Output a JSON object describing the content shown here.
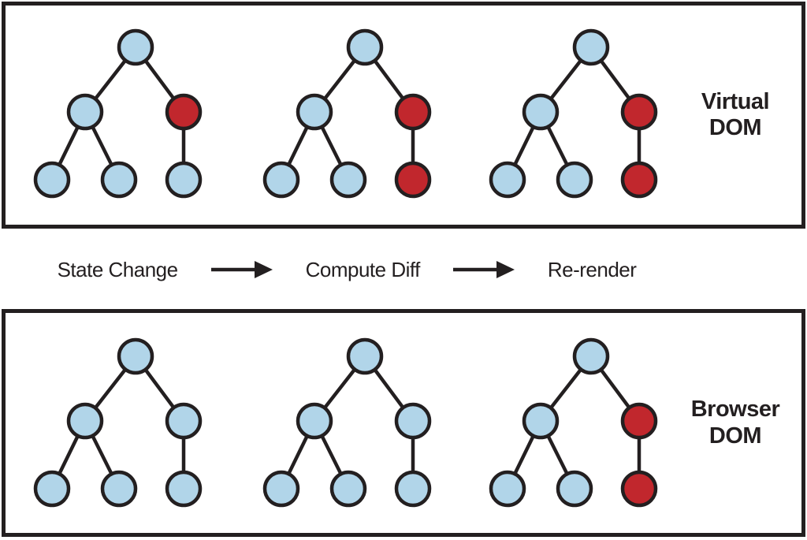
{
  "colors": {
    "blue": "#b1d5e9",
    "red": "#c1272d",
    "line": "#231f20",
    "background": "#ffffff"
  },
  "panels": [
    {
      "name": "virtual-dom",
      "label": "Virtual\nDOM",
      "trees": [
        {
          "nodes": [
            "blue",
            "blue",
            "red",
            "blue",
            "blue",
            "blue"
          ]
        },
        {
          "nodes": [
            "blue",
            "blue",
            "red",
            "blue",
            "blue",
            "red"
          ]
        },
        {
          "nodes": [
            "blue",
            "blue",
            "red",
            "blue",
            "blue",
            "red"
          ]
        }
      ]
    },
    {
      "name": "browser-dom",
      "label": "Browser\nDOM",
      "trees": [
        {
          "nodes": [
            "blue",
            "blue",
            "blue",
            "blue",
            "blue",
            "blue"
          ]
        },
        {
          "nodes": [
            "blue",
            "blue",
            "blue",
            "blue",
            "blue",
            "blue"
          ]
        },
        {
          "nodes": [
            "blue",
            "blue",
            "red",
            "blue",
            "blue",
            "red"
          ]
        }
      ]
    }
  ],
  "flow": {
    "steps": [
      "State Change",
      "Compute Diff",
      "Re-render"
    ]
  }
}
